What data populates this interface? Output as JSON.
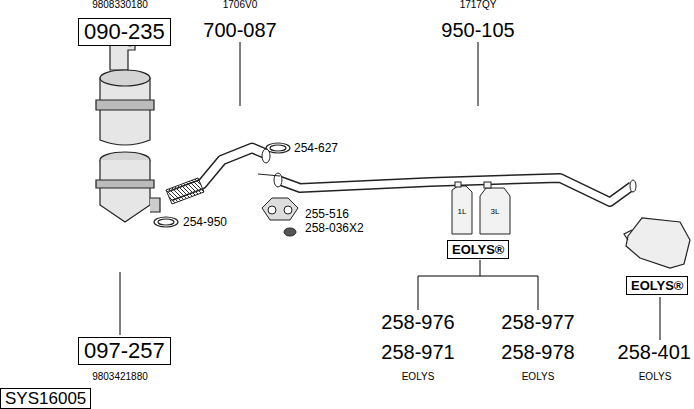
{
  "diagram": {
    "nodes": [
      {
        "text": [
          "090-235"
        ]
      },
      {
        "text": [
          "EOLYS®"
        ]
      },
      {
        "text": [
          "EOLYS®"
        ]
      },
      {
        "text": [
          "097-257"
        ]
      },
      {
        "text": [
          "SYS16005"
        ]
      }
    ],
    "labels": [
      "9808330180",
      "1706V0",
      "700-087",
      "1717QY",
      "950-105",
      "254-627",
      "254-950",
      "255-516",
      "258-036X2",
      "1L",
      "3L",
      "258-976",
      "258-971",
      "258-977",
      "258-978",
      "EOLYS",
      "EOLYS",
      "258-401",
      "EOLYS",
      "9803421880"
    ]
  }
}
